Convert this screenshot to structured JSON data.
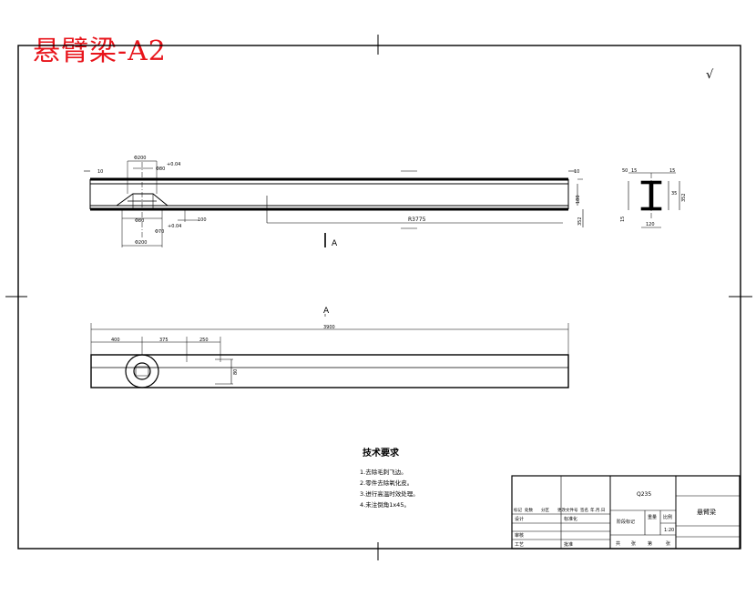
{
  "title_stamp": "悬臂梁-A2",
  "roughness_mark": "√",
  "front_view": {
    "dims": {
      "left_end": "10",
      "right_end": "10",
      "bore_top": "Φ200",
      "bore_top_tol": "+0.04",
      "bore_inner": "Φ80",
      "bore_bottom": "Φ80",
      "bore_bottom_tol": "+0.04",
      "bore_bottom_outer": "Φ70",
      "boss_width": "Φ200",
      "small_tick": "100",
      "length": "R3775",
      "right_height": "180",
      "right_total": "352"
    },
    "view_marker": "A"
  },
  "section_view": {
    "dims": {
      "top_left": "50",
      "top_flange": "15",
      "flange_right": "15",
      "web_right": "35",
      "height_right": "352",
      "bottom_left": "15",
      "bottom_width": "120"
    }
  },
  "top_view": {
    "label": "A",
    "dims": {
      "total": "3900",
      "seg1": "400",
      "seg2": "375",
      "seg3": "250",
      "height": "80"
    }
  },
  "tech_requirements": {
    "heading": "技术要求",
    "items": [
      "1.去除毛刺飞边。",
      "2.零件去除氧化皮。",
      "3.进行高温时效处理。",
      "4.未注倒角1x45。"
    ]
  },
  "title_block": {
    "header_labels": [
      "标记",
      "处数",
      "分区",
      "更改文件号",
      "签名",
      "年.月.日"
    ],
    "design": "设计",
    "standardize": "标准化",
    "check": "审核",
    "craft": "工艺",
    "approve": "批准",
    "material": "Q235",
    "stage_label": "阶段标记",
    "weight_label": "重量",
    "scale_label": "比例",
    "scale_value": "1:20",
    "sheets": [
      "共",
      "张",
      "第",
      "张"
    ],
    "part_name": "悬臂梁"
  }
}
